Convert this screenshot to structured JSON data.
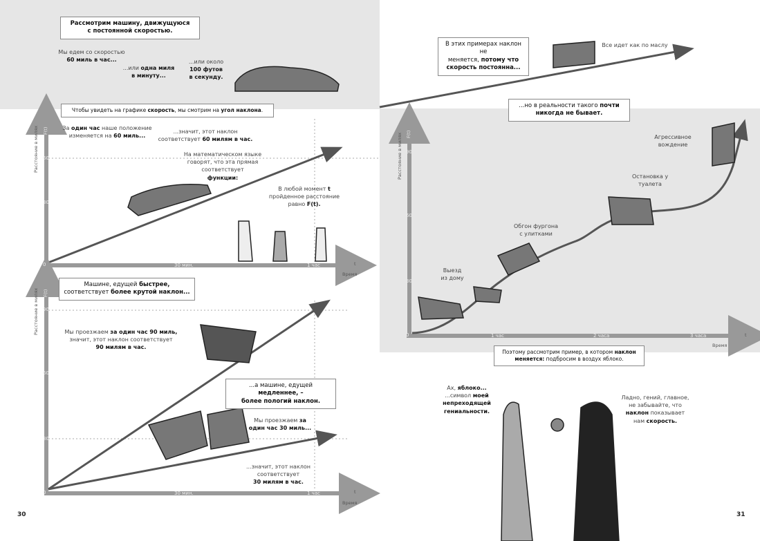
{
  "left_page": {
    "page_number": "30",
    "intro_box": {
      "line1": "Рассмотрим машину, движущуюся",
      "line2": "с постоянной скоростью."
    },
    "speed_60": {
      "plain": "Мы едем со скоростью",
      "bold": "60 миль в час..."
    },
    "speed_mile": {
      "plain": "...или",
      "bold1": "одна миля",
      "bold2": "в минуту..."
    },
    "speed_feet": {
      "plain": "...или около",
      "bold1": "100 футов",
      "bold2": "в секунду."
    },
    "slope_box": {
      "p1": "Чтобы увидеть на графике",
      "b1": "скорость",
      "p2": ", мы смотрим на",
      "b2": "угол наклона",
      "p3": "."
    },
    "graph1": {
      "ylabel": "Расстояние в милях",
      "fname": "F(t)",
      "xlabel": "Время",
      "xvar": "t",
      "yticks": [
        "0",
        "30",
        "60"
      ],
      "xticks": [
        "30 мин.",
        "1 час"
      ],
      "note1": {
        "p1": "За",
        "b1": "один час",
        "p2": "наше положение",
        "p3": "изменяется на",
        "b2": "60 миль..."
      },
      "note2": {
        "p1": "...значит, этот наклон",
        "p2": "соответствует",
        "b1": "60 милям в час."
      },
      "note3": {
        "p1": "На математическом языке",
        "p2": "говорят, что эта прямая",
        "p3": "соответствует",
        "b1": "функции:"
      },
      "note4": {
        "p1": "В любой момент",
        "b1": "t",
        "p2": "пройденное расстояние",
        "p3": "равно",
        "b2": "F(t)."
      }
    },
    "graph2": {
      "ylabel": "Расстояние в милях",
      "fname": "F(t)",
      "xlabel": "Время",
      "xvar": "t",
      "yticks": [
        "0",
        "30",
        "60",
        "90"
      ],
      "xticks": [
        "30 мин.",
        "1 час"
      ],
      "fast_box": {
        "p1": "Машине, едущей",
        "b1": "быстрее,",
        "p2": "соответствует",
        "b2": "более крутой наклон..."
      },
      "fast_note": {
        "p1": "Мы проезжаем",
        "b1": "за один час 90 миль,",
        "p2": "значит, этот наклон соответствует",
        "b2": "90 милям в час."
      },
      "slow_box": {
        "p1": "...а машине, едущей",
        "b1": "медленнее, –",
        "b2": "более пологий наклон."
      },
      "slow_note1": {
        "p1": "Мы проезжаем",
        "b1": "за",
        "b2": "один час 30 миль..."
      },
      "slow_note2": {
        "p1": "...значит, этот наклон",
        "p2": "соответствует",
        "b1": "30 милям в час."
      }
    }
  },
  "right_page": {
    "page_number": "31",
    "const_box": {
      "p1": "В этих примерах наклон не",
      "p2": "меняется,",
      "b1": "потому что",
      "b2": "скорость постоянна..."
    },
    "smooth": "Все идет как по маслу",
    "reality_box": {
      "p1": "...но в реальности такого",
      "b1": "почти",
      "b2": "никогда не бывает."
    },
    "graph3": {
      "ylabel": "Расстояние в милях",
      "fname": "F(t)",
      "xlabel": "Время",
      "xvar": "t",
      "yticks": [
        "0",
        "30",
        "60",
        "90"
      ],
      "xticks": [
        "1 час",
        "2 часа",
        "3 часа"
      ],
      "labels": {
        "departure": "Выезд из дому",
        "overtake": "Обгон фургона с улитками",
        "stop": "Остановка у туалета",
        "aggressive": "Агрессивное вождение"
      }
    },
    "apple_box": {
      "p1": "Поэтому рассмотрим пример, в котором",
      "b1": "наклон",
      "b2": "меняется:",
      "p2": "подбросим в воздух яблоко."
    },
    "newton_speech": {
      "p1": "Ах,",
      "b1": "яблоко...",
      "p2": "...символ",
      "b2": "моей",
      "b3": "непреходящей",
      "b4": "гениальности."
    },
    "other_speech": {
      "p1": "Ладно, гений, главное,",
      "p2": "не забывайте, что",
      "b1": "наклон",
      "p3": "показывает",
      "p4": "нам",
      "b2": "скорость."
    }
  },
  "colors": {
    "gray_band": "#e6e6e6",
    "axis": "#999999",
    "line": "#555555"
  }
}
